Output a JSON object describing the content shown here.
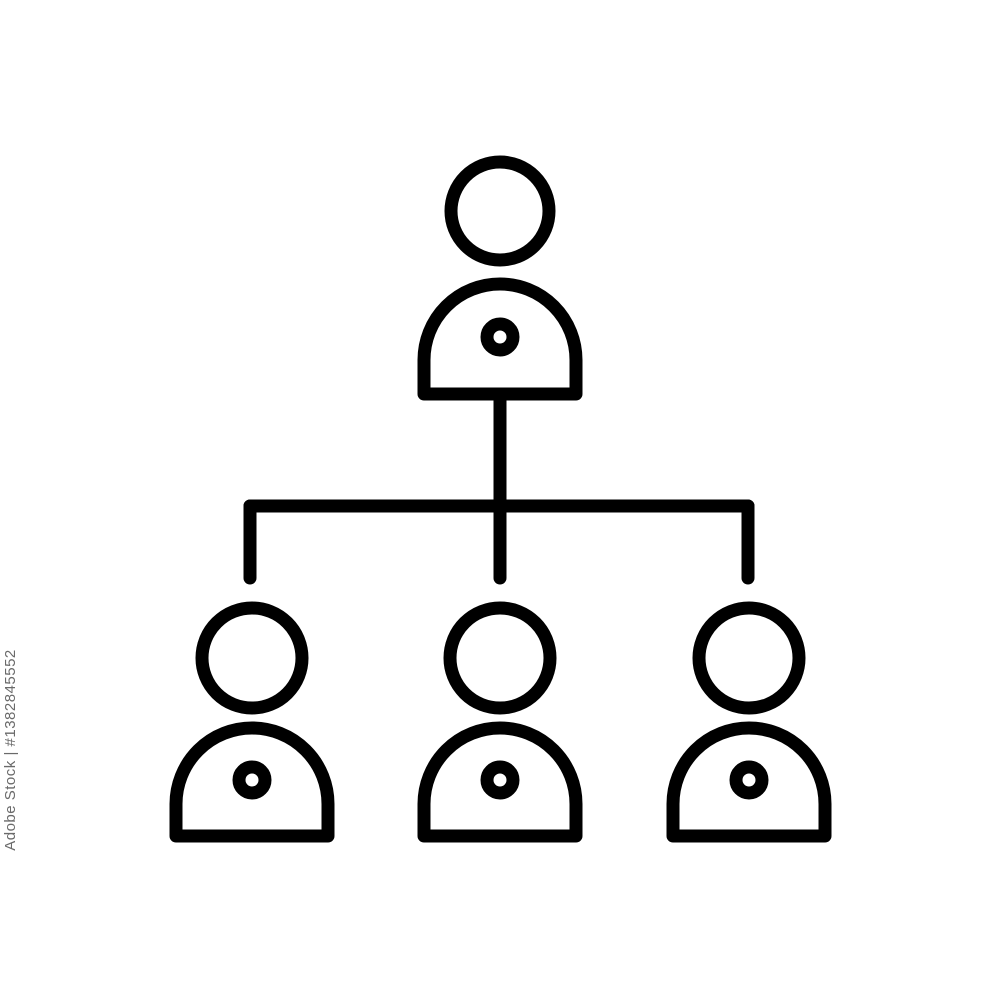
{
  "diagram": {
    "type": "org-chart-icon",
    "levels": [
      {
        "role": "manager",
        "count": 1
      },
      {
        "role": "team-member",
        "count": 3
      }
    ],
    "icon": "hierarchy-icon",
    "colors": {
      "stroke": "#000000",
      "background": "#ffffff"
    }
  },
  "watermark": {
    "text": "Adobe Stock | #1382845552",
    "color": "#6a6a6a"
  }
}
